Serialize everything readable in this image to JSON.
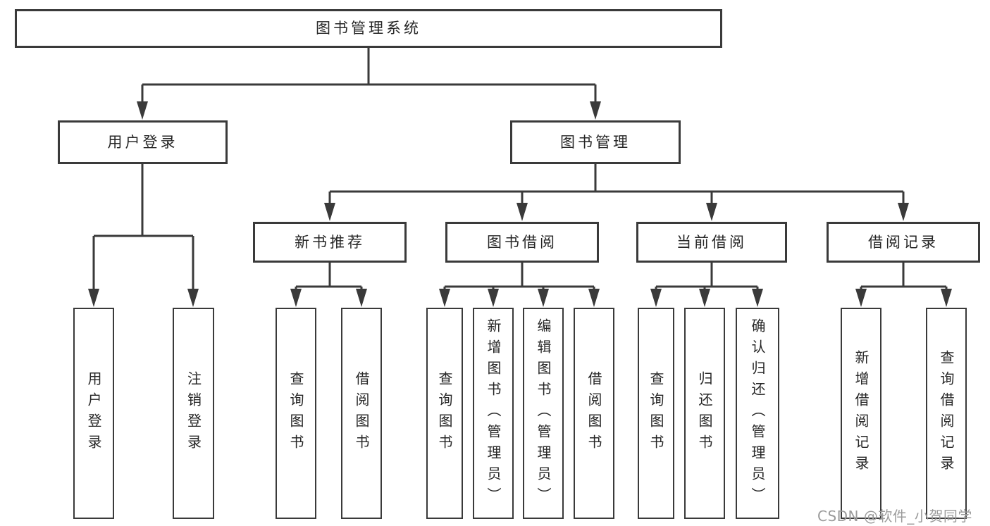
{
  "colors": {
    "line": "#3a3a3a",
    "box_border": "#3a3a3a",
    "text": "#262626",
    "watermark": "#9b9b9b",
    "background": "#ffffff"
  },
  "watermark": {
    "text": "CSDN @软件_小贺同学"
  },
  "tree": {
    "label": "图书管理系统",
    "children": [
      {
        "label": "用户登录",
        "children": [
          {
            "label": "用户登录"
          },
          {
            "label": "注销登录"
          }
        ]
      },
      {
        "label": "图书管理",
        "children": [
          {
            "label": "新书推荐",
            "children": [
              {
                "label": "查询图书"
              },
              {
                "label": "借阅图书"
              }
            ]
          },
          {
            "label": "图书借阅",
            "children": [
              {
                "label": "查询图书"
              },
              {
                "label": "新增图书（管理员）"
              },
              {
                "label": "编辑图书（管理员）"
              },
              {
                "label": "借阅图书"
              }
            ]
          },
          {
            "label": "当前借阅",
            "children": [
              {
                "label": "查询图书"
              },
              {
                "label": "归还图书"
              },
              {
                "label": "确认归还（管理员）"
              }
            ]
          },
          {
            "label": "借阅记录",
            "children": [
              {
                "label": "新增借阅记录"
              },
              {
                "label": "查询借阅记录"
              }
            ]
          }
        ]
      }
    ]
  }
}
